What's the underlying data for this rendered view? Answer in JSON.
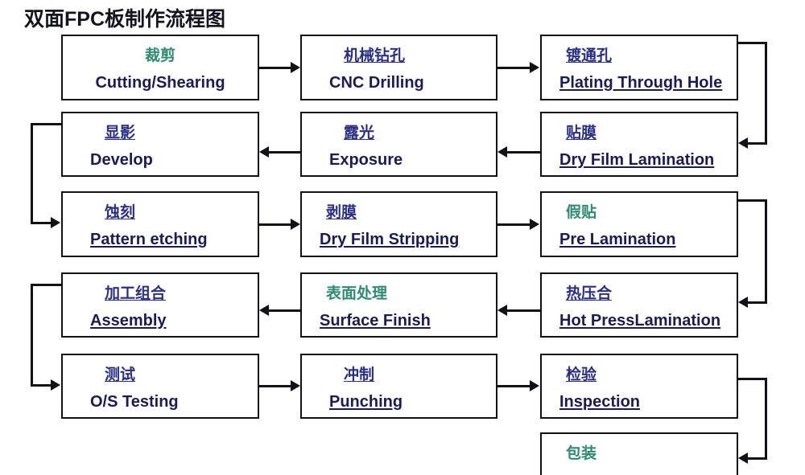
{
  "title": "双面FPC板制作流程图",
  "colors": {
    "box_border": "#111118",
    "text_navy": "#1b1b55",
    "text_blue": "#2a2f86",
    "text_green": "#2e8b72",
    "background": "#ffffff",
    "connector": "#111118"
  },
  "nodes": [
    {
      "id": "cutting",
      "cn": "裁剪",
      "en": "Cutting/Shearing",
      "cn_color": "green",
      "row": 1,
      "col": 1
    },
    {
      "id": "cnc-drilling",
      "cn": "机械钻孔",
      "en": "CNC Drilling",
      "cn_color": "blue",
      "row": 1,
      "col": 2
    },
    {
      "id": "plating",
      "cn": "镀通孔",
      "en": "Plating Through Hole",
      "cn_color": "blue",
      "row": 1,
      "col": 3
    },
    {
      "id": "develop",
      "cn": "显影",
      "en": "Develop",
      "cn_color": "blue",
      "row": 2,
      "col": 1
    },
    {
      "id": "exposure",
      "cn": "露光",
      "en": "Exposure",
      "cn_color": "blue",
      "row": 2,
      "col": 2
    },
    {
      "id": "dry-film-lam",
      "cn": "贴膜",
      "en": "Dry Film Lamination",
      "cn_color": "blue",
      "row": 2,
      "col": 3
    },
    {
      "id": "pattern-etch",
      "cn": "蚀刻",
      "en": "Pattern etching",
      "cn_color": "blue",
      "row": 3,
      "col": 1
    },
    {
      "id": "film-strip",
      "cn": "剥膜",
      "en": "Dry Film Stripping",
      "cn_color": "blue",
      "row": 3,
      "col": 2
    },
    {
      "id": "pre-lam",
      "cn": "假贴",
      "en": "Pre Lamination",
      "cn_color": "green",
      "row": 3,
      "col": 3
    },
    {
      "id": "assembly",
      "cn": "加工组合",
      "en": "Assembly",
      "cn_color": "blue",
      "row": 4,
      "col": 1
    },
    {
      "id": "surface-finish",
      "cn": "表面处理",
      "en": "Surface  Finish",
      "cn_color": "green",
      "row": 4,
      "col": 2
    },
    {
      "id": "hot-press",
      "cn": "热压合",
      "en": "Hot PressLamination",
      "cn_color": "blue",
      "row": 4,
      "col": 3
    },
    {
      "id": "os-testing",
      "cn": "测试",
      "en": "O/S Testing",
      "cn_color": "blue",
      "row": 5,
      "col": 1
    },
    {
      "id": "punching",
      "cn": "冲制",
      "en": "Punching",
      "cn_color": "blue",
      "row": 5,
      "col": 2
    },
    {
      "id": "inspection",
      "cn": "检验",
      "en": "Inspection",
      "cn_color": "blue",
      "row": 5,
      "col": 3
    },
    {
      "id": "packaging",
      "cn": "包装",
      "en": "",
      "cn_color": "green",
      "row": 6,
      "col": 3
    }
  ],
  "flow_order": [
    "裁剪 Cutting/Shearing",
    "机械钻孔 CNC Drilling",
    "镀通孔 Plating Through Hole",
    "贴膜 Dry Film Lamination",
    "露光 Exposure",
    "显影 Develop",
    "蚀刻 Pattern etching",
    "剥膜 Dry Film Stripping",
    "假贴 Pre Lamination",
    "热压合 Hot PressLamination",
    "表面处理 Surface  Finish",
    "加工组合 Assembly",
    "测试 O/S Testing",
    "冲制 Punching",
    "检验 Inspection",
    "包装"
  ]
}
